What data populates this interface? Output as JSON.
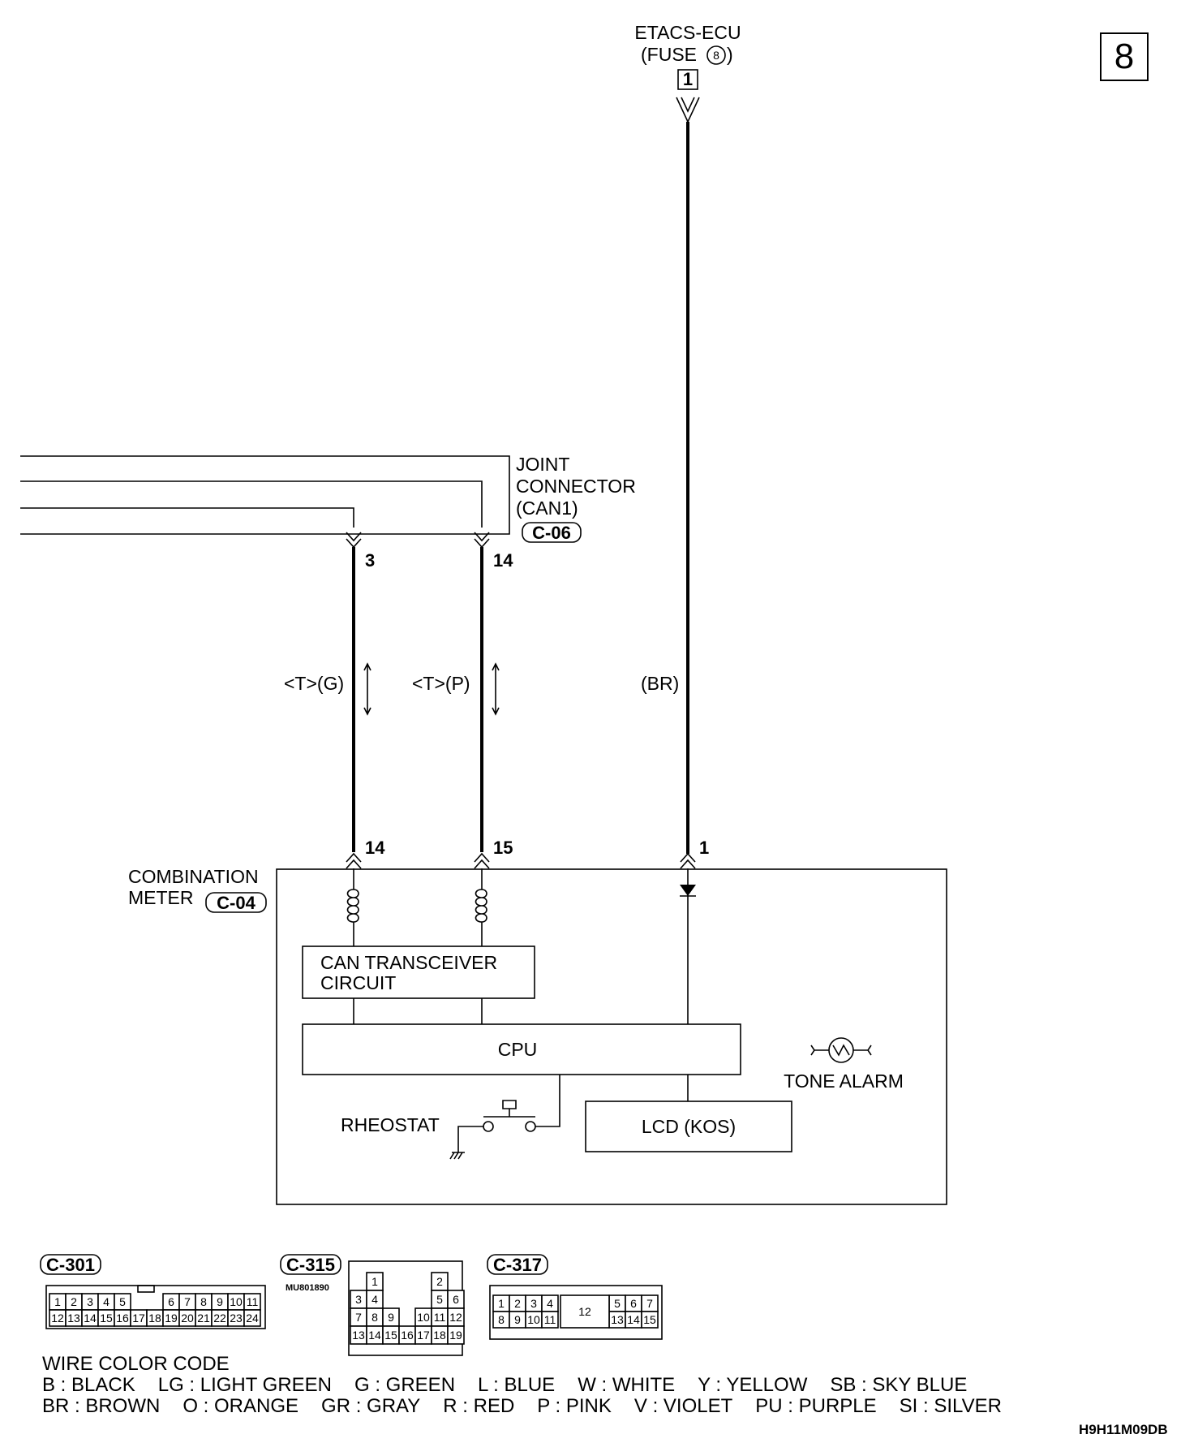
{
  "page_number": "8",
  "etacs": {
    "line1": "ETACS-ECU",
    "line2_prefix": "(FUSE",
    "fuse_no": "8",
    "line2_suffix": ")",
    "pin": "1"
  },
  "joint_connector": {
    "line1": "JOINT",
    "line2": "CONNECTOR",
    "line3": "(CAN1)",
    "code": "C-06",
    "pin_left": "3",
    "pin_right": "14"
  },
  "wires": {
    "left_label": "<T>(G)",
    "right_label": "<T>(P)",
    "power_label": "(BR)"
  },
  "combination_meter": {
    "line1": "COMBINATION",
    "line2": "METER",
    "code": "C-04",
    "pin_left": "14",
    "pin_mid": "15",
    "pin_right": "1"
  },
  "blocks": {
    "can_line1": "CAN TRANSCEIVER",
    "can_line2": "CIRCUIT",
    "cpu": "CPU",
    "tone_alarm": "TONE ALARM",
    "rheostat": "RHEOSTAT",
    "lcd": "LCD (KOS)"
  },
  "connectors": {
    "c301": {
      "code": "C-301",
      "row1": [
        "1",
        "2",
        "3",
        "4",
        "5",
        "6",
        "7",
        "8",
        "9",
        "10",
        "11"
      ],
      "row2": [
        "12",
        "13",
        "14",
        "15",
        "16",
        "17",
        "18",
        "19",
        "20",
        "21",
        "22",
        "23",
        "24"
      ]
    },
    "c315": {
      "code": "C-315",
      "part": "MU801890",
      "cells": [
        "1",
        "2",
        "3",
        "4",
        "5",
        "6",
        "7",
        "8",
        "9",
        "10",
        "11",
        "12",
        "13",
        "14",
        "15",
        "16",
        "17",
        "18",
        "19"
      ]
    },
    "c317": {
      "code": "C-317",
      "row1": [
        "1",
        "2",
        "3",
        "4",
        "5",
        "6",
        "7"
      ],
      "row2": [
        "8",
        "9",
        "10",
        "11",
        "13",
        "14",
        "15"
      ],
      "center": "12"
    }
  },
  "wire_color_code": {
    "title": "WIRE COLOR CODE",
    "row1": [
      "B : BLACK",
      "LG : LIGHT GREEN",
      "G : GREEN",
      "L : BLUE",
      "W : WHITE",
      "Y : YELLOW",
      "SB : SKY BLUE"
    ],
    "row2": [
      "BR : BROWN",
      "O : ORANGE",
      "GR : GRAY",
      "R : RED",
      "P : PINK",
      "V : VIOLET",
      "PU : PURPLE",
      "SI : SILVER"
    ]
  },
  "figure_code": "H9H11M09DB"
}
